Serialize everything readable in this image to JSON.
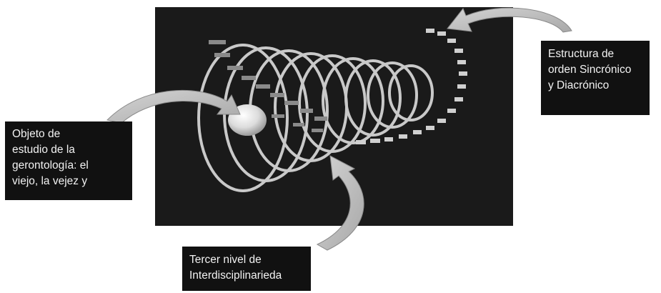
{
  "labels": {
    "top_right": [
      "Estructura de",
      "orden Sincrónico",
      "y Diacrónico"
    ],
    "left": [
      "Objeto de",
      "estudio de la",
      "gerontología: el",
      "viejo, la vejez y"
    ],
    "bottom": [
      "Tercer nivel de",
      "Interdisciplinarieda"
    ]
  },
  "colors": {
    "background": "#ffffff",
    "stage": "#1a1a1a",
    "label_bg": "#111111",
    "label_text": "#f2f2f2",
    "spiral": "#d8d8d8",
    "arrow_fill": "#bdbdbd"
  },
  "icons": [
    "spiral-coil",
    "sphere",
    "figure-marker",
    "curved-arrow"
  ]
}
